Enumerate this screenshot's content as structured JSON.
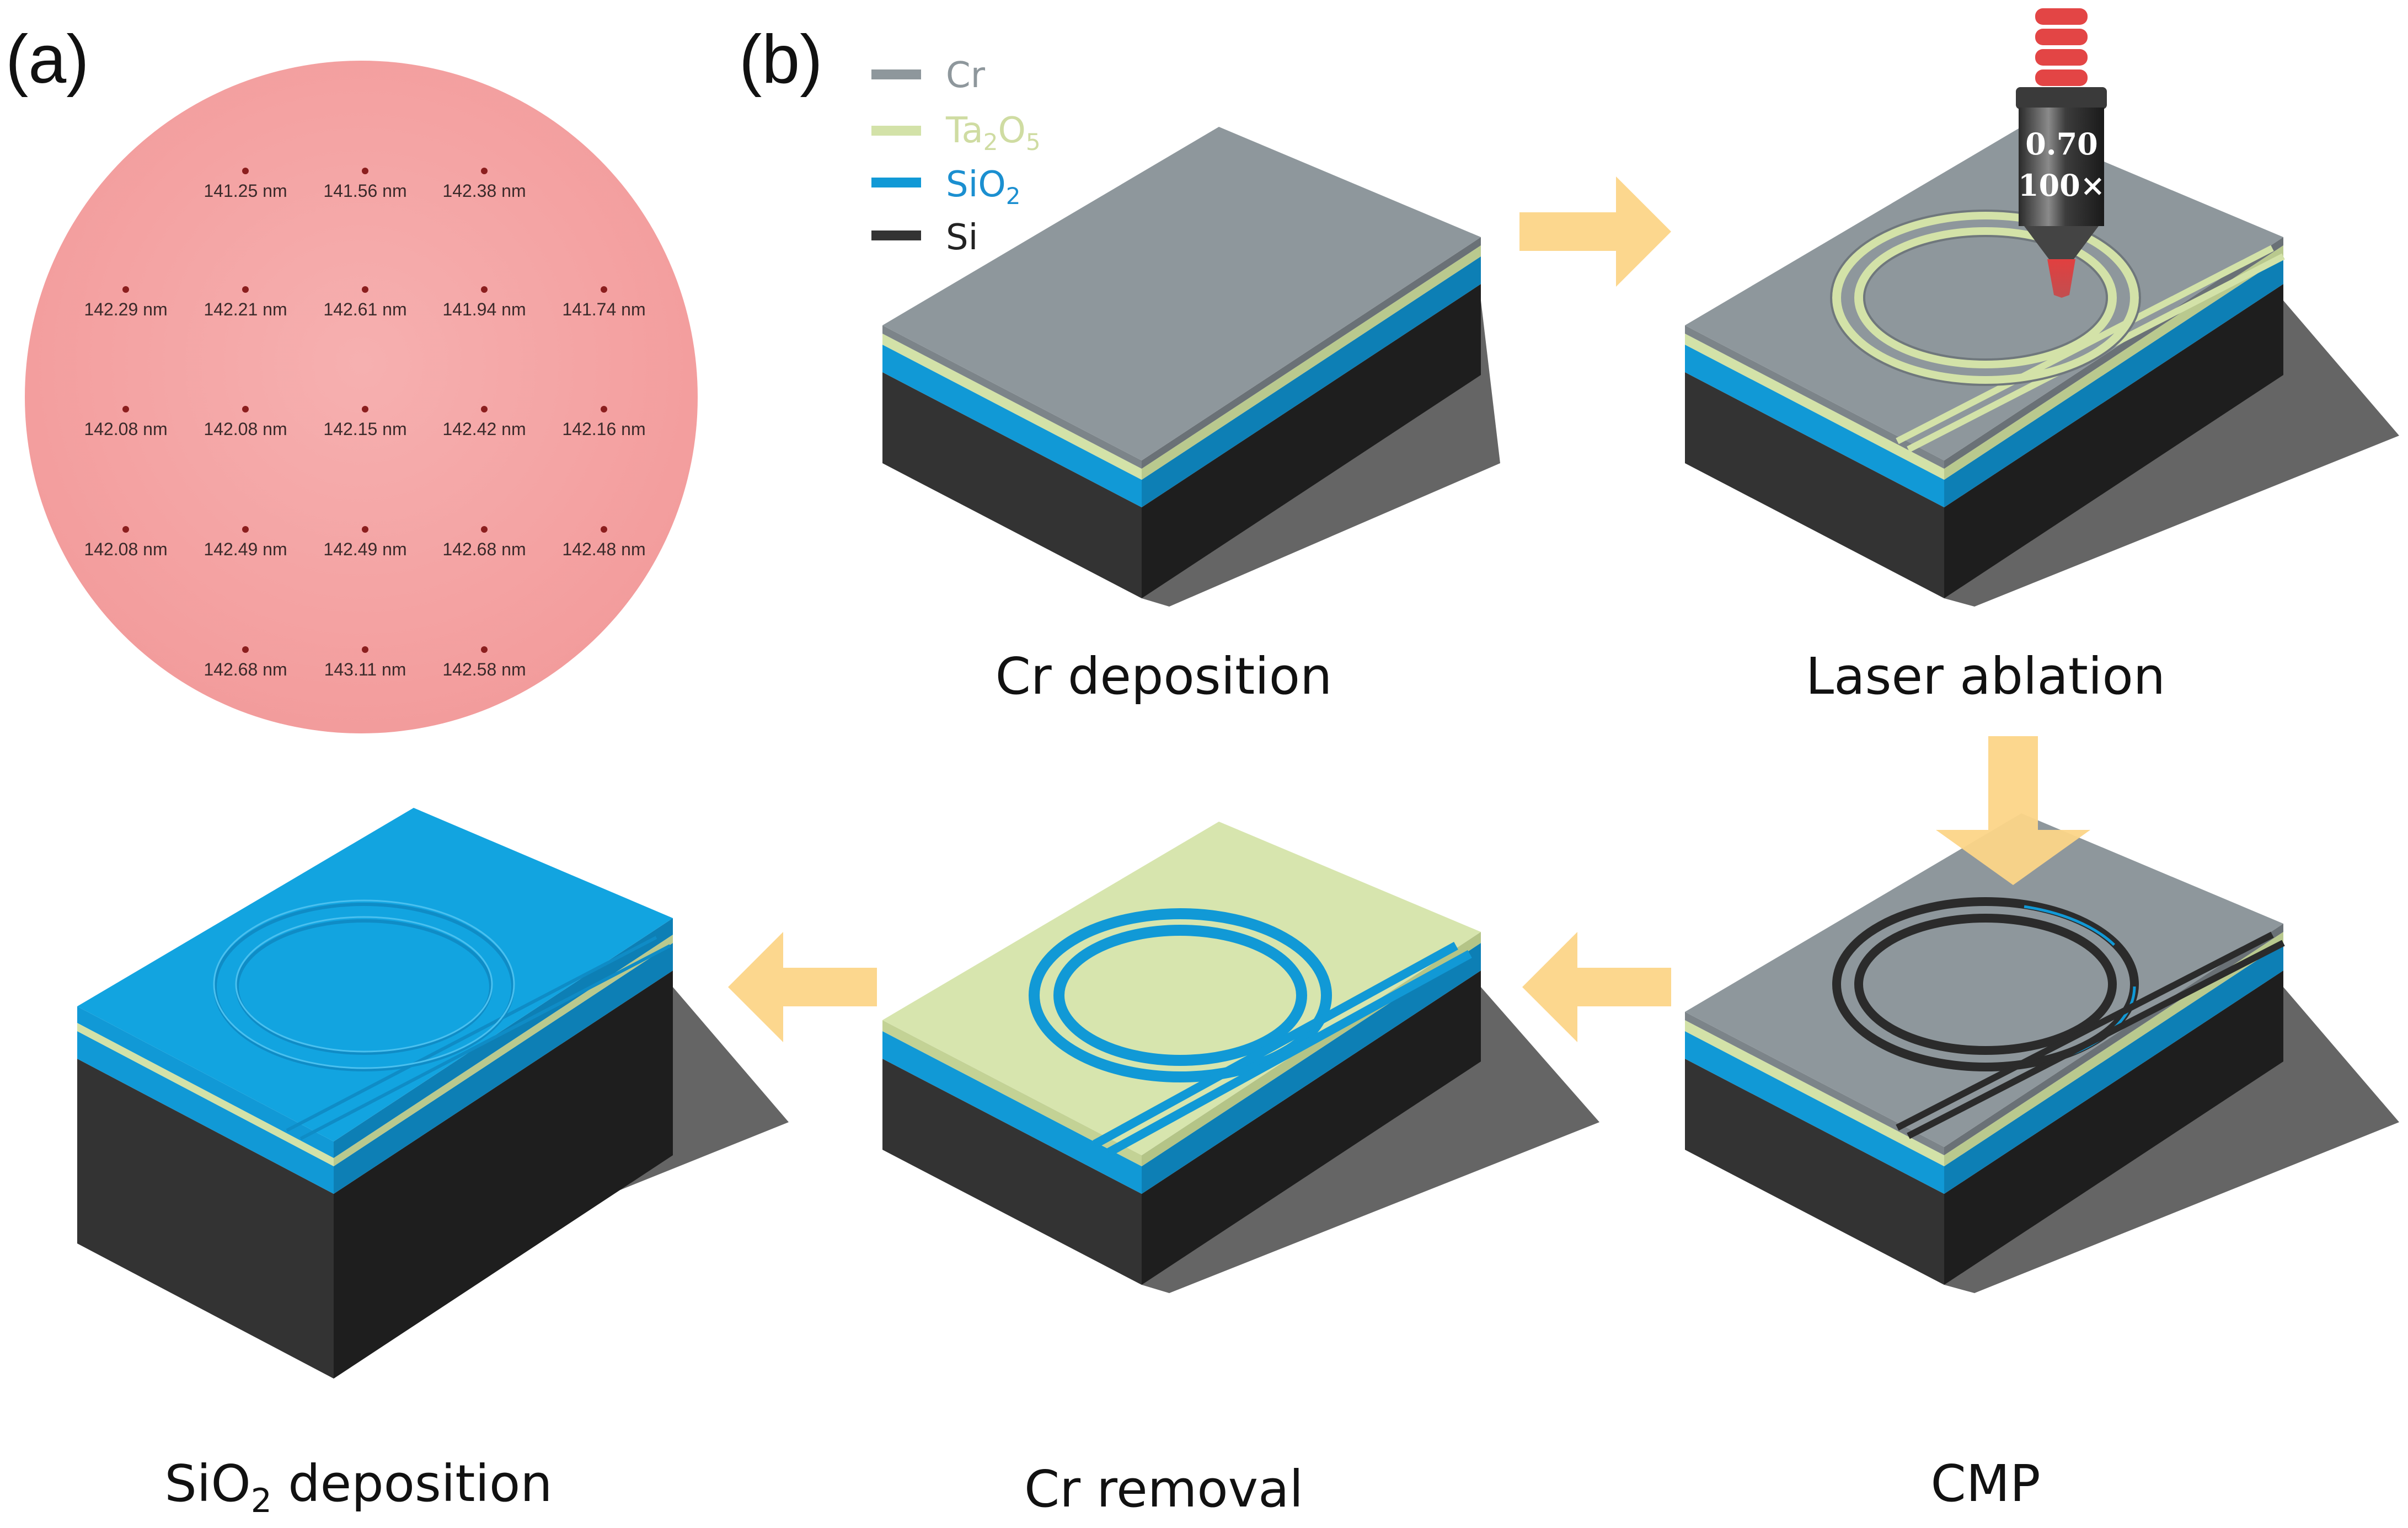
{
  "panel_a": {
    "label": "(a)",
    "wafer_color": "#f4a4a4",
    "unit": "nm",
    "rows": [
      [
        "",
        "141.25",
        "141.56",
        "142.38",
        ""
      ],
      [
        "142.29",
        "142.21",
        "142.61",
        "141.94",
        "141.74"
      ],
      [
        "142.08",
        "142.08",
        "142.15",
        "142.42",
        "142.16"
      ],
      [
        "142.08",
        "142.49",
        "142.49",
        "142.68",
        "142.48"
      ],
      [
        "",
        "142.68",
        "143.11",
        "142.58",
        ""
      ]
    ]
  },
  "panel_b": {
    "label": "(b)",
    "legend": [
      {
        "name": "Cr",
        "color": "#8e979c",
        "text_color": "#8e979c"
      },
      {
        "name_main": "Ta",
        "sub1": "2",
        "name_mid": "O",
        "sub2": "5",
        "color": "#d3e2a8",
        "text_color": "#cfdca2"
      },
      {
        "name_main": "SiO",
        "sub1": "2",
        "color": "#1199d6",
        "text_color": "#1b8fd0"
      },
      {
        "name": "Si",
        "color": "#333333",
        "text_color": "#222222"
      }
    ],
    "objective": {
      "na": "0.70",
      "mag": "100×"
    },
    "steps": {
      "cr_deposition": "Cr deposition",
      "laser_ablation": "Laser ablation",
      "cmp": "CMP",
      "cr_removal": "Cr removal",
      "sio2_deposition_main": "SiO",
      "sio2_deposition_sub": "2",
      "sio2_deposition_rest": " deposition"
    },
    "arrow_color": "#fcd588"
  }
}
